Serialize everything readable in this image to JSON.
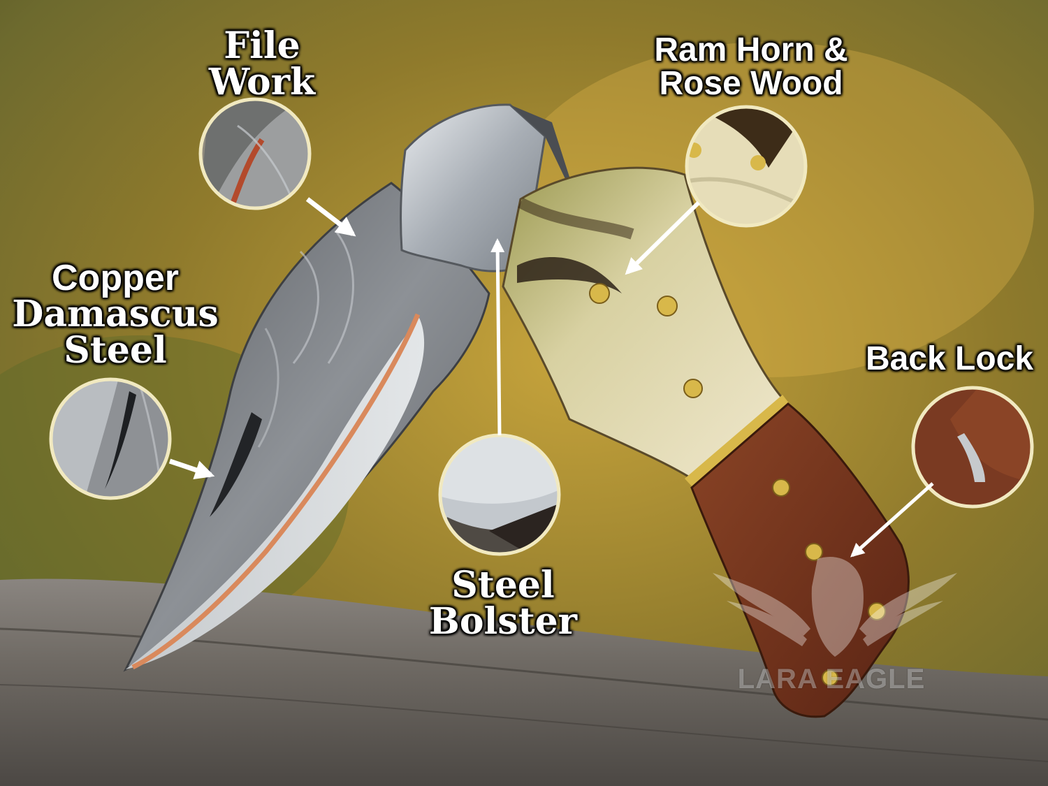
{
  "labels": {
    "file_work": [
      "File",
      "Work"
    ],
    "ram_horn": [
      "Ram Horn &",
      "Rose Wood"
    ],
    "copper": [
      "Copper",
      "Damascus",
      "Steel"
    ],
    "back_lock": "Back Lock",
    "steel_bolster": [
      "Steel",
      "Bolster"
    ]
  },
  "watermark": {
    "brand": "LARA EAGLE"
  },
  "colors": {
    "label_text": "#ffffff",
    "callout_ring": "#f1e9c0",
    "arrow": "#ffffff",
    "copper_line": "#d9895c",
    "horn": "#d9d2a6",
    "rosewood": "#7a3a22",
    "steel": "#b9bfc6",
    "brass_pin": "#d8b84a"
  },
  "icons": [
    "eagle-logo-icon"
  ]
}
